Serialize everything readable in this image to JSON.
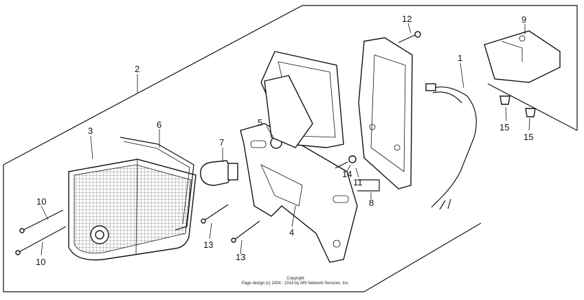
{
  "callouts": {
    "c1": "1",
    "c2": "2",
    "c3": "3",
    "c4": "4",
    "c5": "5",
    "c6": "6",
    "c7": "7",
    "c8": "8",
    "c9": "9",
    "c10a": "10",
    "c10b": "10",
    "c11": "11",
    "c12": "12",
    "c13a": "13",
    "c13b": "13",
    "c14": "14",
    "c15a": "15",
    "c15b": "15"
  },
  "copyright": {
    "line1": "Copyright",
    "line2": "Page design (c) 2004 - 2014 by ARI Network Services, Inc."
  }
}
